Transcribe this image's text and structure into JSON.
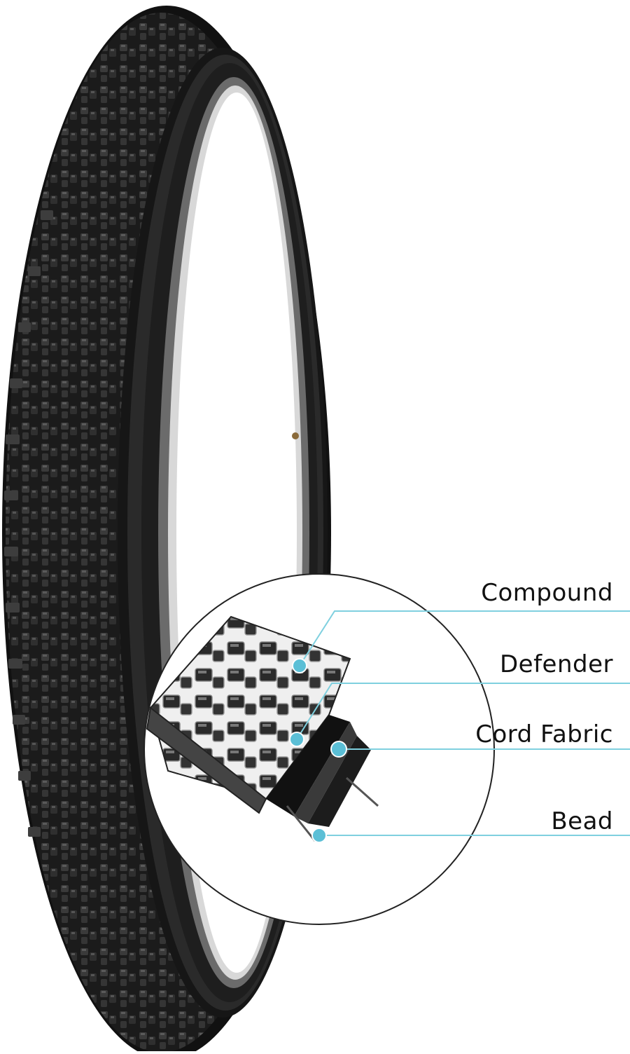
{
  "callouts": [
    {
      "id": "compound",
      "label": "Compound"
    },
    {
      "id": "defender",
      "label": "Defender"
    },
    {
      "id": "cord-fabric",
      "label": "Cord Fabric"
    },
    {
      "id": "bead",
      "label": "Bead"
    }
  ],
  "colors": {
    "tire": "#1b1b1b",
    "tread": "#2b2b2b",
    "tread_highlight": "#555555",
    "callout": "#7fd0df",
    "callout_dot": "#5bbfd6",
    "background": "#ffffff"
  }
}
